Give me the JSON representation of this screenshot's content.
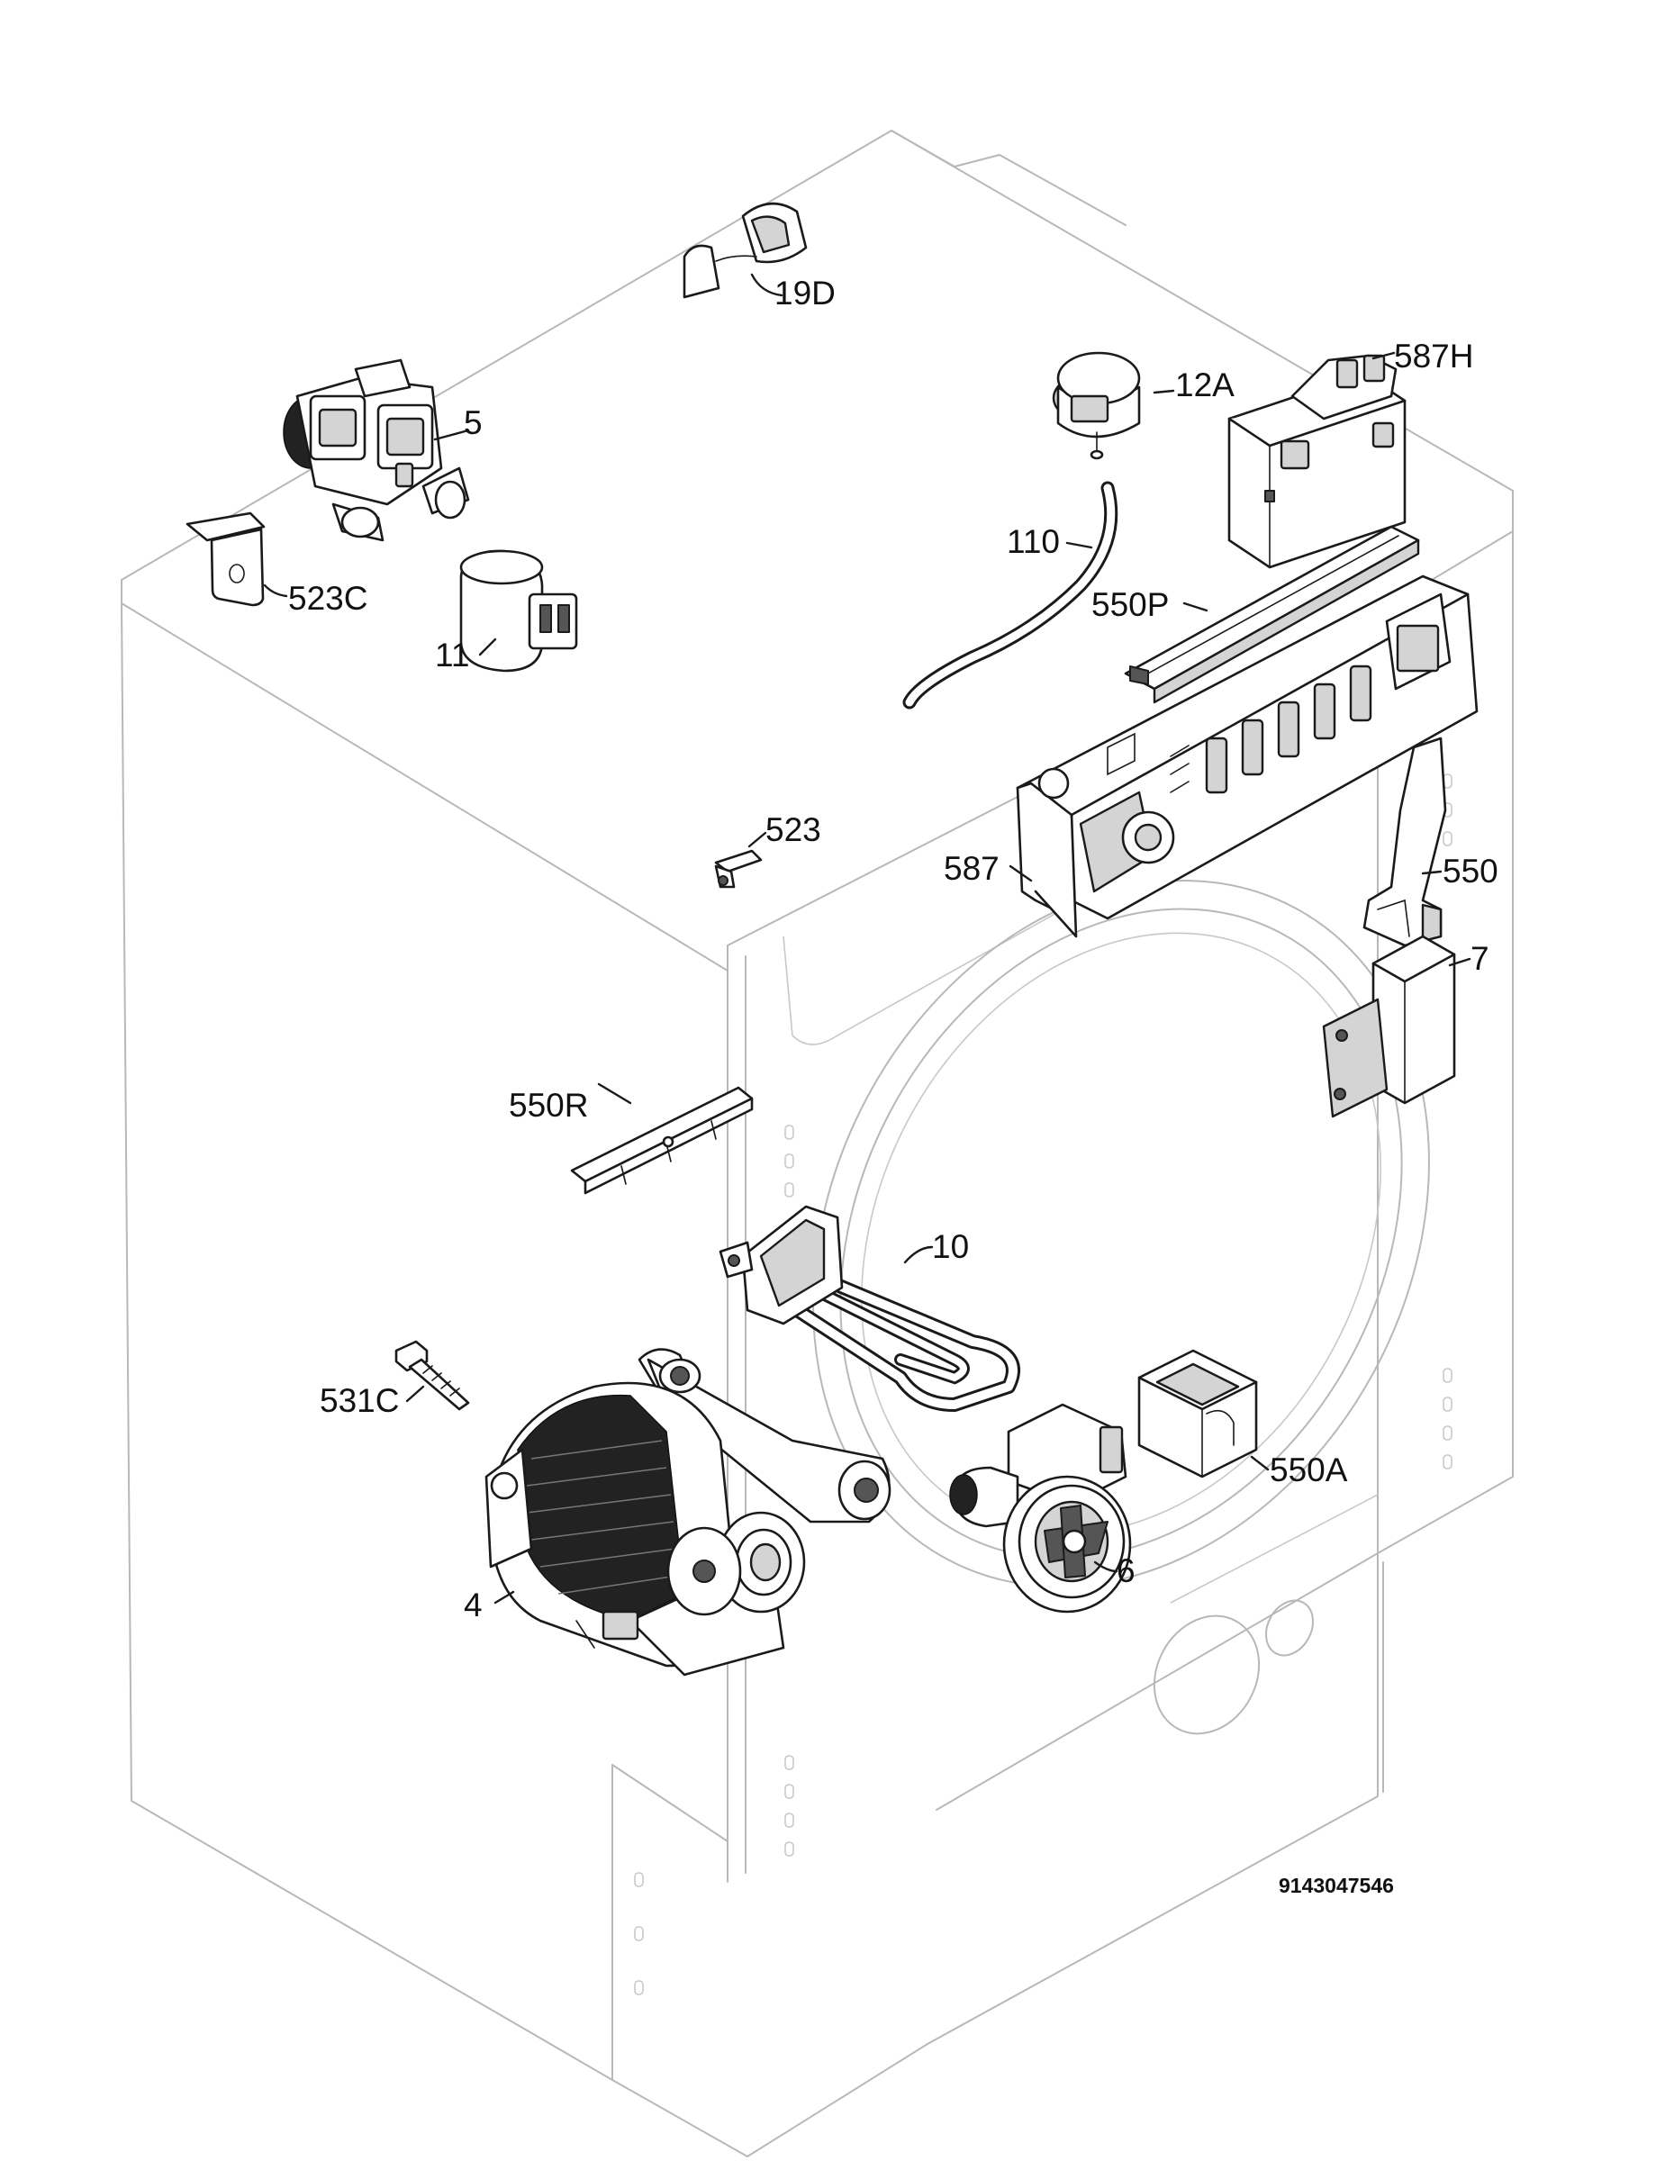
{
  "callouts": {
    "c19D": "19D",
    "c5": "5",
    "c12A": "12A",
    "c587H": "587H",
    "c523C": "523C",
    "c110": "110",
    "c550P": "550P",
    "c11": "11",
    "c523": "523",
    "c587": "587",
    "c550": "550",
    "c7": "7",
    "c550R": "550R",
    "c10": "10",
    "c531C": "531C",
    "c550A": "550A",
    "c6": "6",
    "c4": "4"
  },
  "diagram_code": "9143047546"
}
